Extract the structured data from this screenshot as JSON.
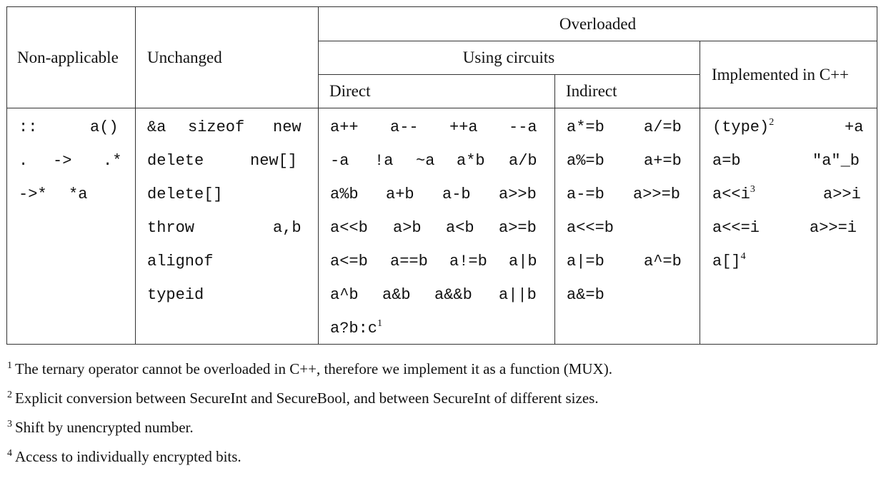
{
  "headers": {
    "non_applicable": "Non-applicable",
    "unchanged": "Unchanged",
    "overloaded": "Overloaded",
    "using_circuits": "Using circuits",
    "direct": "Direct",
    "indirect": "Indirect",
    "implemented_cpp": "Implemented in C++"
  },
  "columns": {
    "non_applicable": [
      [
        "::",
        "a()"
      ],
      [
        ".",
        "->",
        ".*"
      ],
      [
        "->*",
        "*a"
      ]
    ],
    "unchanged": [
      [
        "&a",
        "sizeof",
        "new"
      ],
      [
        "delete",
        "new[]"
      ],
      [
        "delete[]"
      ],
      [
        "throw",
        "a,b"
      ],
      [
        "alignof"
      ],
      [
        "typeid"
      ]
    ],
    "direct": [
      [
        "a++",
        "a--",
        "++a",
        "--a"
      ],
      [
        "-a",
        "!a",
        "~a",
        "a*b",
        "a/b"
      ],
      [
        "a%b",
        "a+b",
        "a-b",
        "a>>b"
      ],
      [
        "a<<b",
        "a>b",
        "a<b",
        "a>=b"
      ],
      [
        "a<=b",
        "a==b",
        "a!=b",
        "a|b"
      ],
      [
        "a^b",
        "a&b",
        "a&&b",
        "a||b"
      ],
      [
        "a?b:c"
      ]
    ],
    "direct_sup": "1",
    "indirect": [
      [
        "a*=b",
        "a/=b"
      ],
      [
        "a%=b",
        "a+=b"
      ],
      [
        "a-=b",
        "a>>=b"
      ],
      [
        "a<<=b"
      ],
      [
        "a|=b",
        "a^=b"
      ],
      [
        "a&=b"
      ]
    ],
    "implemented": [
      [
        "(type)",
        "+a"
      ],
      [
        "a=b",
        "\"a\"_b"
      ],
      [
        "a<<i",
        "a>>i"
      ],
      [
        "a<<=i",
        "a>>=i"
      ],
      [
        "a[]"
      ]
    ],
    "implemented_sups": [
      "2",
      "3",
      "4"
    ]
  },
  "footnotes": [
    {
      "mark": "1",
      "text": "The ternary operator cannot be overloaded in C++, therefore we implement it as a function (MUX)."
    },
    {
      "mark": "2",
      "text": "Explicit conversion between SecureInt and SecureBool, and between SecureInt of different sizes."
    },
    {
      "mark": "3",
      "text": "Shift by unencrypted number."
    },
    {
      "mark": "4",
      "text": "Access to individually encrypted bits."
    }
  ]
}
